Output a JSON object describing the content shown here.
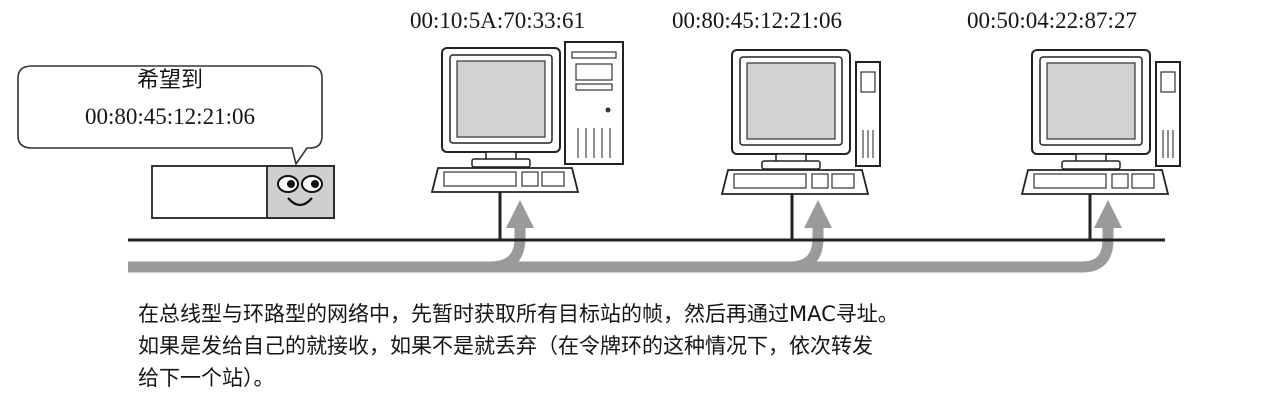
{
  "stations": [
    {
      "mac": "00:10:5A:70:33:61"
    },
    {
      "mac": "00:80:45:12:21:06"
    },
    {
      "mac": "00:50:04:22:87:27"
    }
  ],
  "bubble": {
    "line1": "希望到",
    "line2": "00:80:45:12:21:06"
  },
  "caption": {
    "line1": "在总线型与环路型的网络中，先暂时获取所有目标站的帧，然后再通过MAC寻址。",
    "line2": "如果是发给自己的就接收，如果不是就丢弃（在令牌环的这种情况下，依次转发",
    "line3": "给下一个站）。"
  },
  "colors": {
    "line": "#222222",
    "arrow": "#9a9a9a",
    "face_bg": "#cfcfcf"
  }
}
